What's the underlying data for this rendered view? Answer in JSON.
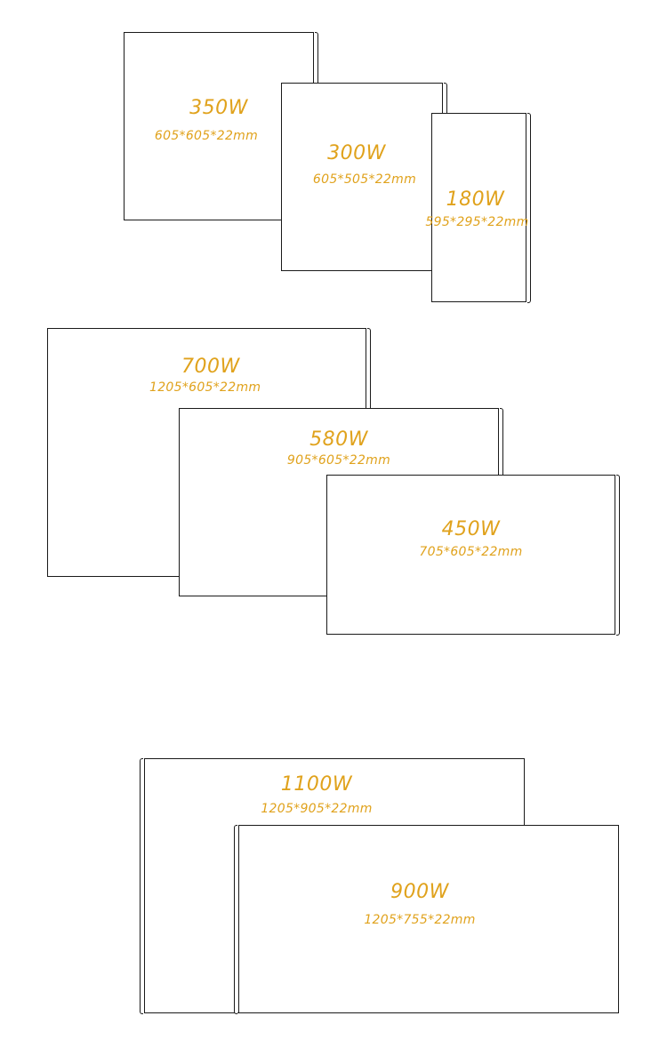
{
  "label_color": "#e0a21c",
  "outline_color": "#1a1a1a",
  "groups": [
    {
      "panels": [
        {
          "power": "350W",
          "dims": "605*605*22mm"
        },
        {
          "power": "300W",
          "dims": "605*505*22mm"
        },
        {
          "power": "180W",
          "dims": "595*295*22mm"
        }
      ]
    },
    {
      "panels": [
        {
          "power": "700W",
          "dims": "1205*605*22mm"
        },
        {
          "power": "580W",
          "dims": "905*605*22mm"
        },
        {
          "power": "450W",
          "dims": "705*605*22mm"
        }
      ]
    },
    {
      "panels": [
        {
          "power": "1100W",
          "dims": "1205*905*22mm"
        },
        {
          "power": "900W",
          "dims": "1205*755*22mm"
        }
      ]
    }
  ]
}
